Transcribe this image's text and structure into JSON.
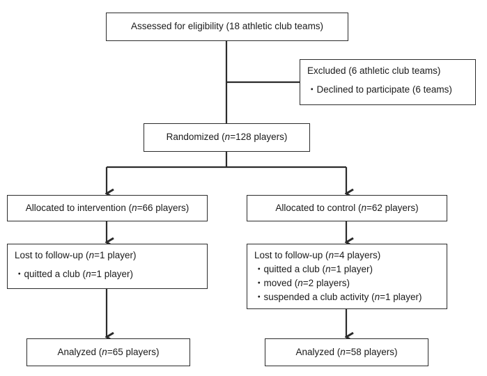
{
  "flow": {
    "assessed": {
      "text": "Assessed for eligibility (18 athletic club teams)"
    },
    "excluded": {
      "title": "Excluded (6 athletic club teams)",
      "items": [
        "・Declined to participate (6 teams)"
      ]
    },
    "randomized": {
      "pre": "Randomized (",
      "n": "n",
      "post": "=128 players)"
    },
    "intervention": {
      "allocated": {
        "pre": "Allocated to intervention (",
        "n": "n",
        "post": "=66 players)"
      },
      "lost": {
        "pre": "Lost to follow-up (",
        "n": "n",
        "post": "=1 player)",
        "items": [
          {
            "pre": "・quitted a club (",
            "n": "n",
            "post": "=1 player)"
          }
        ]
      },
      "analyzed": {
        "pre": "Analyzed (",
        "n": "n",
        "post": "=65 players)"
      }
    },
    "control": {
      "allocated": {
        "pre": "Allocated to control (",
        "n": "n",
        "post": "=62 players)"
      },
      "lost": {
        "pre": "Lost to follow-up (",
        "n": "n",
        "post": "=4 players)",
        "items": [
          {
            "pre": "・quitted a club (",
            "n": "n",
            "post": "=1 player)"
          },
          {
            "pre": "・moved (",
            "n": "n",
            "post": "=2 players)"
          },
          {
            "pre": "・suspended a club activity  (",
            "n": "n",
            "post": "=1 player)"
          }
        ]
      },
      "analyzed": {
        "pre": "Analyzed (",
        "n": "n",
        "post": "=58 players)"
      }
    }
  },
  "colors": {
    "line": "#2b2b2b",
    "text": "#1a1a1a"
  }
}
